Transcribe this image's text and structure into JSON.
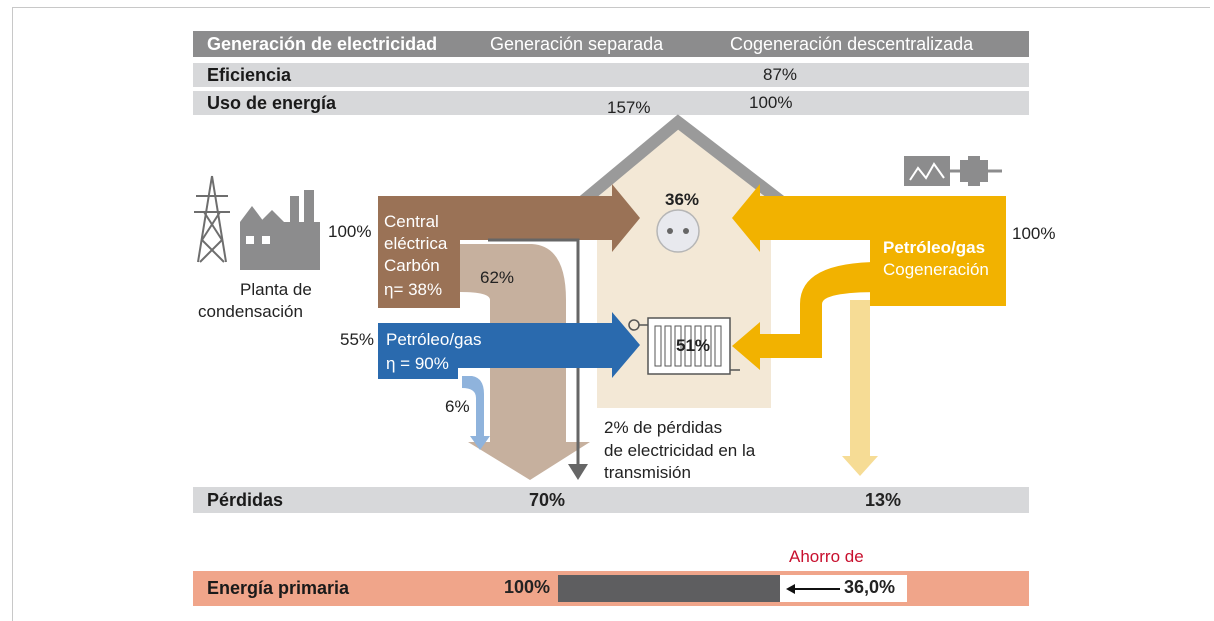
{
  "header": {
    "col1": "Generación de electricidad",
    "col2": "Generación separada",
    "col3": "Cogeneración descentralizada"
  },
  "rows": {
    "eficiencia": {
      "label": "Eficiencia",
      "cogeneracion": "87%"
    },
    "uso": {
      "label": "Uso de energía",
      "separada": "157%",
      "cogeneracion": "100%"
    },
    "perdidas": {
      "label": "Pérdidas",
      "separada": "70%",
      "cogeneracion": "13%"
    },
    "primaria": {
      "label": "Energía primaria",
      "separada": "100%",
      "ahorro_label": "Ahorro de",
      "ahorro": "36,0%"
    }
  },
  "left": {
    "plant_label_1": "Planta de",
    "plant_label_2": "condensación",
    "coal_in": "100%",
    "coal_label_1": "Central",
    "coal_label_2": "eléctrica",
    "coal_label_3": "Carbón",
    "coal_eta": "η= 38%",
    "coal_loss": "62%",
    "gas_in": "55%",
    "gas_label": "Petróleo/gas",
    "gas_eta": "η = 90%",
    "gas_loss": "6%"
  },
  "house": {
    "elec_pct": "36%",
    "heat_pct": "51%"
  },
  "transmission": {
    "line1": "2% de pérdidas",
    "line2": "de electricidad en la",
    "line3": "transmisión"
  },
  "right": {
    "input": "100%",
    "label_1": "Petróleo/gas",
    "label_2": "Cogeneración"
  },
  "colors": {
    "header_gray": "#8c8c8d",
    "row_gray": "#d7d8da",
    "coal_brown": "#9a7256",
    "coal_loss": "#c6b09e",
    "gas_blue": "#2a6aae",
    "chp_orange": "#f2b200",
    "chp_loss": "#f6dc95",
    "house_fill": "#f3e8d6",
    "house_roof": "#9a9a9a",
    "primary_bar": "#f0a58a",
    "saving_dark": "#5e5e60",
    "saving_red": "#c8102e"
  }
}
